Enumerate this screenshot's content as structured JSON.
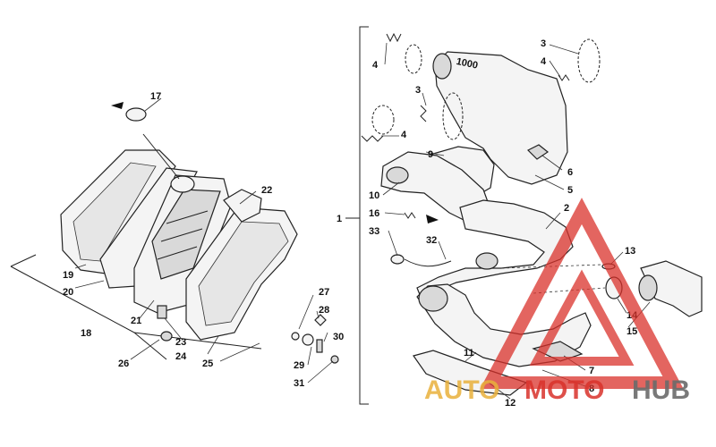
{
  "watermark": {
    "word1": "AUTO",
    "word2": "MOTO",
    "word3": "HUB"
  },
  "engraving": "1000",
  "callouts": {
    "c1": "1",
    "c2": "2",
    "c3a": "3",
    "c3b": "3",
    "c4a": "4",
    "c4b": "4",
    "c4c": "4",
    "c5": "5",
    "c6": "6",
    "c7": "7",
    "c8": "8",
    "c9": "9",
    "c10": "10",
    "c11": "11",
    "c12": "12",
    "c13": "13",
    "c14": "14",
    "c15": "15",
    "c16": "16",
    "c17": "17",
    "c18": "18",
    "c19": "19",
    "c20": "20",
    "c21": "21",
    "c22": "22",
    "c23": "23",
    "c24": "24",
    "c25": "25",
    "c26": "26",
    "c27": "27",
    "c28": "28",
    "c29": "29",
    "c30": "30",
    "c31": "31",
    "c32": "32",
    "c33": "33"
  },
  "colors": {
    "watermark_red": "#d9322b",
    "watermark_gold": "#e9b13b",
    "watermark_gray": "#6b6b6b"
  }
}
